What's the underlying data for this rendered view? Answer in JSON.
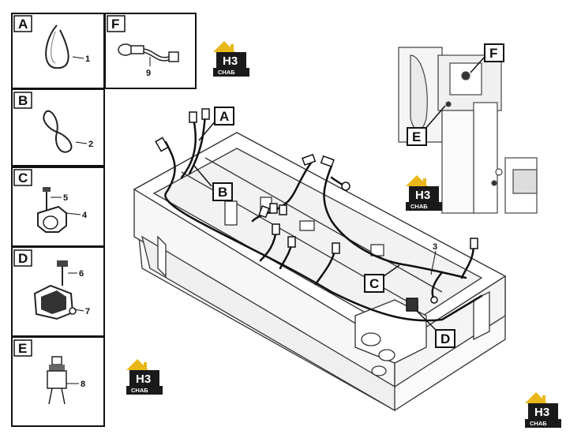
{
  "panels": {
    "a": {
      "letter": "A",
      "part": "1"
    },
    "b": {
      "letter": "B",
      "part": "2"
    },
    "c": {
      "letter": "C",
      "parts": [
        "5",
        "4"
      ]
    },
    "d": {
      "letter": "D",
      "parts": [
        "6",
        "7"
      ]
    },
    "e": {
      "letter": "E",
      "part": "8"
    },
    "f": {
      "letter": "F",
      "part": "9"
    }
  },
  "main_callouts": [
    "A",
    "B",
    "C",
    "D"
  ],
  "harness_part": "3",
  "inset_callouts": [
    "F",
    "E"
  ],
  "watermark": {
    "mark": "H3",
    "text": "СНАБ",
    "color_gold": "#e9b818",
    "color_dark": "#1a1a1a"
  }
}
